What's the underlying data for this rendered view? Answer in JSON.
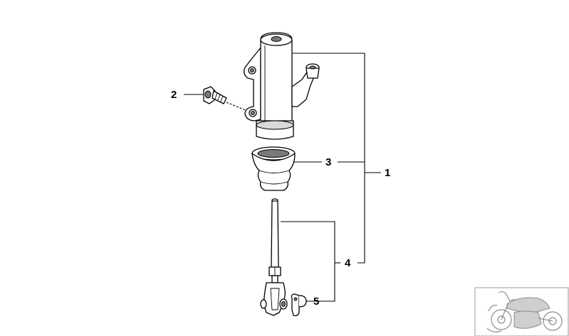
{
  "callouts": [
    {
      "id": "label-1",
      "text": "1"
    },
    {
      "id": "label-2",
      "text": "2"
    },
    {
      "id": "label-3",
      "text": "3"
    },
    {
      "id": "label-4",
      "text": "4"
    },
    {
      "id": "label-5",
      "text": "5"
    }
  ],
  "parts": [
    {
      "callout": "1",
      "name": "master-cylinder-assembly"
    },
    {
      "callout": "2",
      "name": "bolt"
    },
    {
      "callout": "3",
      "name": "rubber-boot"
    },
    {
      "callout": "4",
      "name": "push-rod-with-clevis"
    },
    {
      "callout": "5",
      "name": "retaining-clip"
    }
  ],
  "icons": {
    "thumbnail": "motorcycle-location-icon"
  },
  "colors": {
    "line": "#000000",
    "background": "#ffffff",
    "thumbnail_line": "#8c8c8c"
  }
}
